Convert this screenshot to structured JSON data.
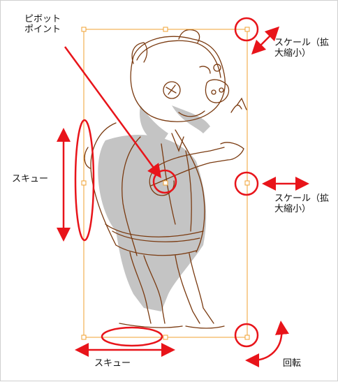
{
  "labels": {
    "pivot_line1": "ピボット",
    "pivot_line2": "ポイント",
    "scale_top_line1": "スケール（拡",
    "scale_top_line2": "大縮小）",
    "skew_left": "スキュー",
    "scale_right_line1": "スケール（拡",
    "scale_right_line2": "大縮小）",
    "skew_bottom": "スキュー",
    "rotate": "回転"
  },
  "colors": {
    "annotation": "#e8141a",
    "bounding_box": "#f0a030",
    "sketch_line": "#7a3a10",
    "shadow": "#c0c0c0"
  }
}
